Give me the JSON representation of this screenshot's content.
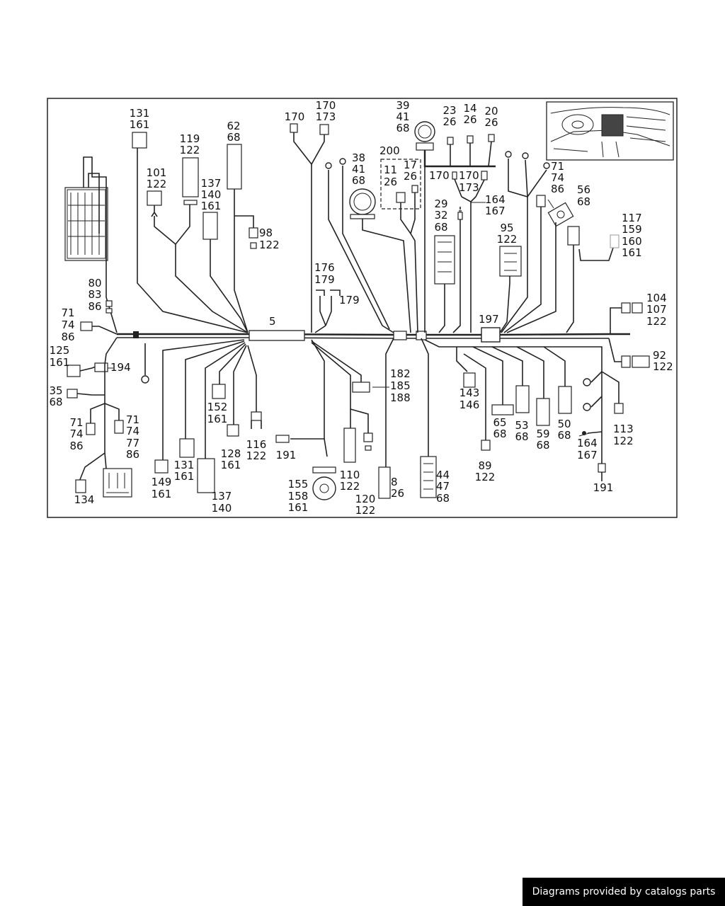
{
  "callouts": {
    "c1": [
      "131",
      "161"
    ],
    "c2": [
      "119",
      "122"
    ],
    "c3": [
      "101",
      "122"
    ],
    "c4": [
      "62",
      "68"
    ],
    "c5": [
      "137",
      "140",
      "161"
    ],
    "c6": [
      "98",
      "122"
    ],
    "c7": [
      "170"
    ],
    "c8": [
      "170",
      "173"
    ],
    "c9": [
      "38",
      "41",
      "68"
    ],
    "c10": [
      "39",
      "41",
      "68"
    ],
    "c11": [
      "200"
    ],
    "c12": [
      "11",
      "26"
    ],
    "c13": [
      "17",
      "26"
    ],
    "c14": [
      "23",
      "26"
    ],
    "c15": [
      "14",
      "26"
    ],
    "c16": [
      "20",
      "26"
    ],
    "c17": [
      "170"
    ],
    "c18": [
      "170",
      "173"
    ],
    "c19": [
      "164",
      "167"
    ],
    "c20": [
      "71",
      "74",
      "86"
    ],
    "c21": [
      "56",
      "68"
    ],
    "c22": [
      "29",
      "32",
      "68"
    ],
    "c23": [
      "95",
      "122"
    ],
    "c24": [
      "117",
      "159",
      "160",
      "161"
    ],
    "c25": [
      "80",
      "83",
      "86"
    ],
    "c26": [
      "71",
      "74",
      "86"
    ],
    "c27": [
      "176",
      "179"
    ],
    "c28": [
      "179"
    ],
    "c29": [
      "5"
    ],
    "c30": [
      "197"
    ],
    "c31": [
      "104",
      "107",
      "122"
    ],
    "c32": [
      "125",
      "161"
    ],
    "c33": [
      "194"
    ],
    "c34": [
      "92",
      "122"
    ],
    "c35": [
      "35",
      "68"
    ],
    "c36": [
      "182",
      "185",
      "188"
    ],
    "c37": [
      "71",
      "74",
      "86"
    ],
    "c38": [
      "71",
      "74",
      "77",
      "86"
    ],
    "c39": [
      "152",
      "161"
    ],
    "c40": [
      "143",
      "146"
    ],
    "c41": [
      "65",
      "68"
    ],
    "c42": [
      "53",
      "68"
    ],
    "c43": [
      "59",
      "68"
    ],
    "c44": [
      "50",
      "68"
    ],
    "c45": [
      "116",
      "122"
    ],
    "c46": [
      "128",
      "161"
    ],
    "c47": [
      "191"
    ],
    "c48": [
      "113",
      "122"
    ],
    "c49": [
      "164",
      "167"
    ],
    "c50": [
      "89",
      "122"
    ],
    "c51": [
      "131",
      "161"
    ],
    "c52": [
      "149",
      "161"
    ],
    "c53": [
      "110",
      "122"
    ],
    "c54": [
      "120",
      "122"
    ],
    "c55": [
      "8",
      "26"
    ],
    "c56": [
      "44",
      "47",
      "68"
    ],
    "c57": [
      "155",
      "158",
      "161"
    ],
    "c58": [
      "137",
      "140"
    ],
    "c59": [
      "134"
    ],
    "c60": [
      "191"
    ]
  },
  "footer": {
    "text": "Diagrams provided by catalogs parts"
  }
}
